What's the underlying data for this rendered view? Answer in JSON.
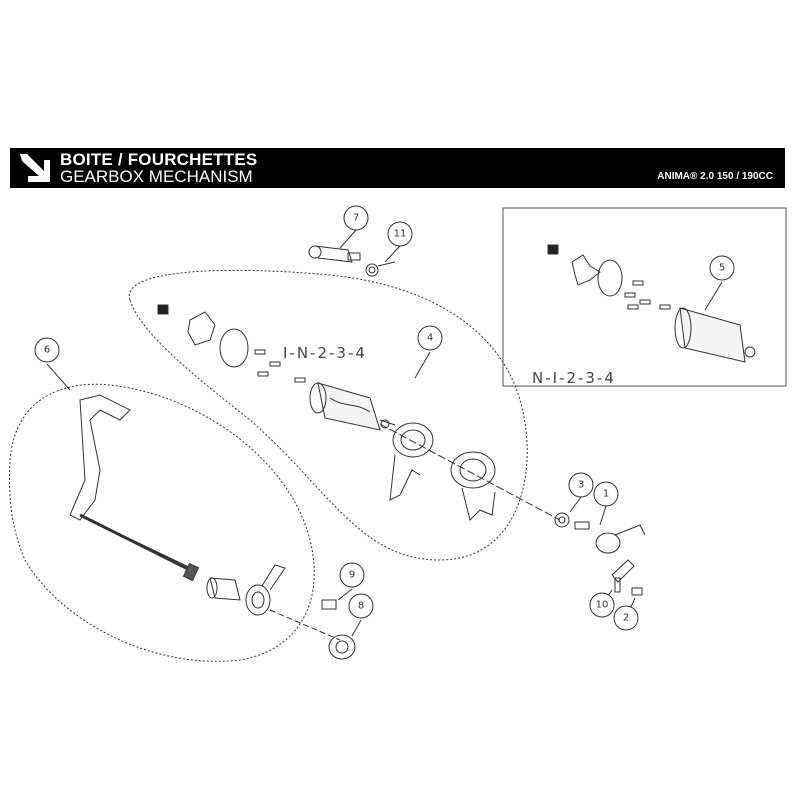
{
  "header": {
    "title_fr": "BOITE / FOURCHETTES",
    "title_en": "GEARBOX MECHANISM",
    "model": "ANIMA® 2.0 150 / 190CC"
  },
  "diagram": {
    "sequence_main": "I-N-2-3-4",
    "sequence_inset": "N-I-2-3-4",
    "callouts": [
      {
        "id": "7",
        "label": "7"
      },
      {
        "id": "11",
        "label": "11"
      },
      {
        "id": "4",
        "label": "4"
      },
      {
        "id": "5",
        "label": "5"
      },
      {
        "id": "6",
        "label": "6"
      },
      {
        "id": "3",
        "label": "3"
      },
      {
        "id": "1",
        "label": "1"
      },
      {
        "id": "9",
        "label": "9"
      },
      {
        "id": "8",
        "label": "8"
      },
      {
        "id": "10",
        "label": "10"
      },
      {
        "id": "2",
        "label": "2"
      }
    ]
  }
}
